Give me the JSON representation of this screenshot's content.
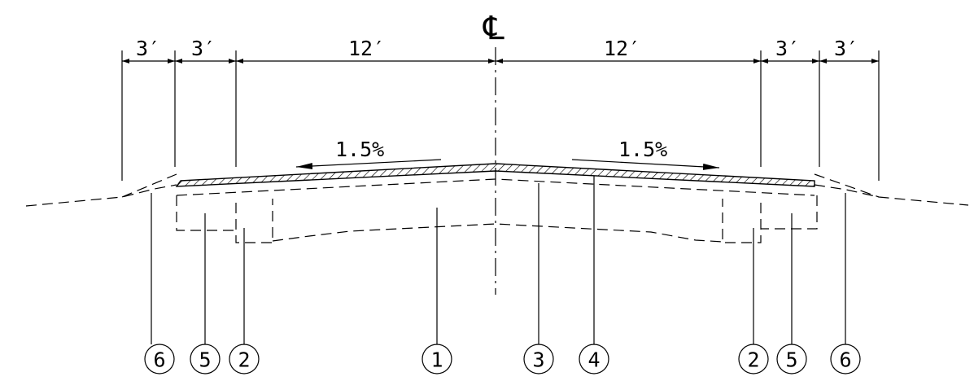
{
  "centerline_symbol": "℄",
  "dimensions": [
    {
      "label": "3′",
      "feet": 3
    },
    {
      "label": "3′",
      "feet": 3
    },
    {
      "label": "12′",
      "feet": 12
    },
    {
      "label": "12′",
      "feet": 12
    },
    {
      "label": "3′",
      "feet": 3
    },
    {
      "label": "3′",
      "feet": 3
    }
  ],
  "cross_slope": {
    "left": "1.5%",
    "right": "1.5%"
  },
  "callouts": [
    "6",
    "5",
    "2",
    "1",
    "3",
    "4",
    "2",
    "5",
    "6"
  ]
}
